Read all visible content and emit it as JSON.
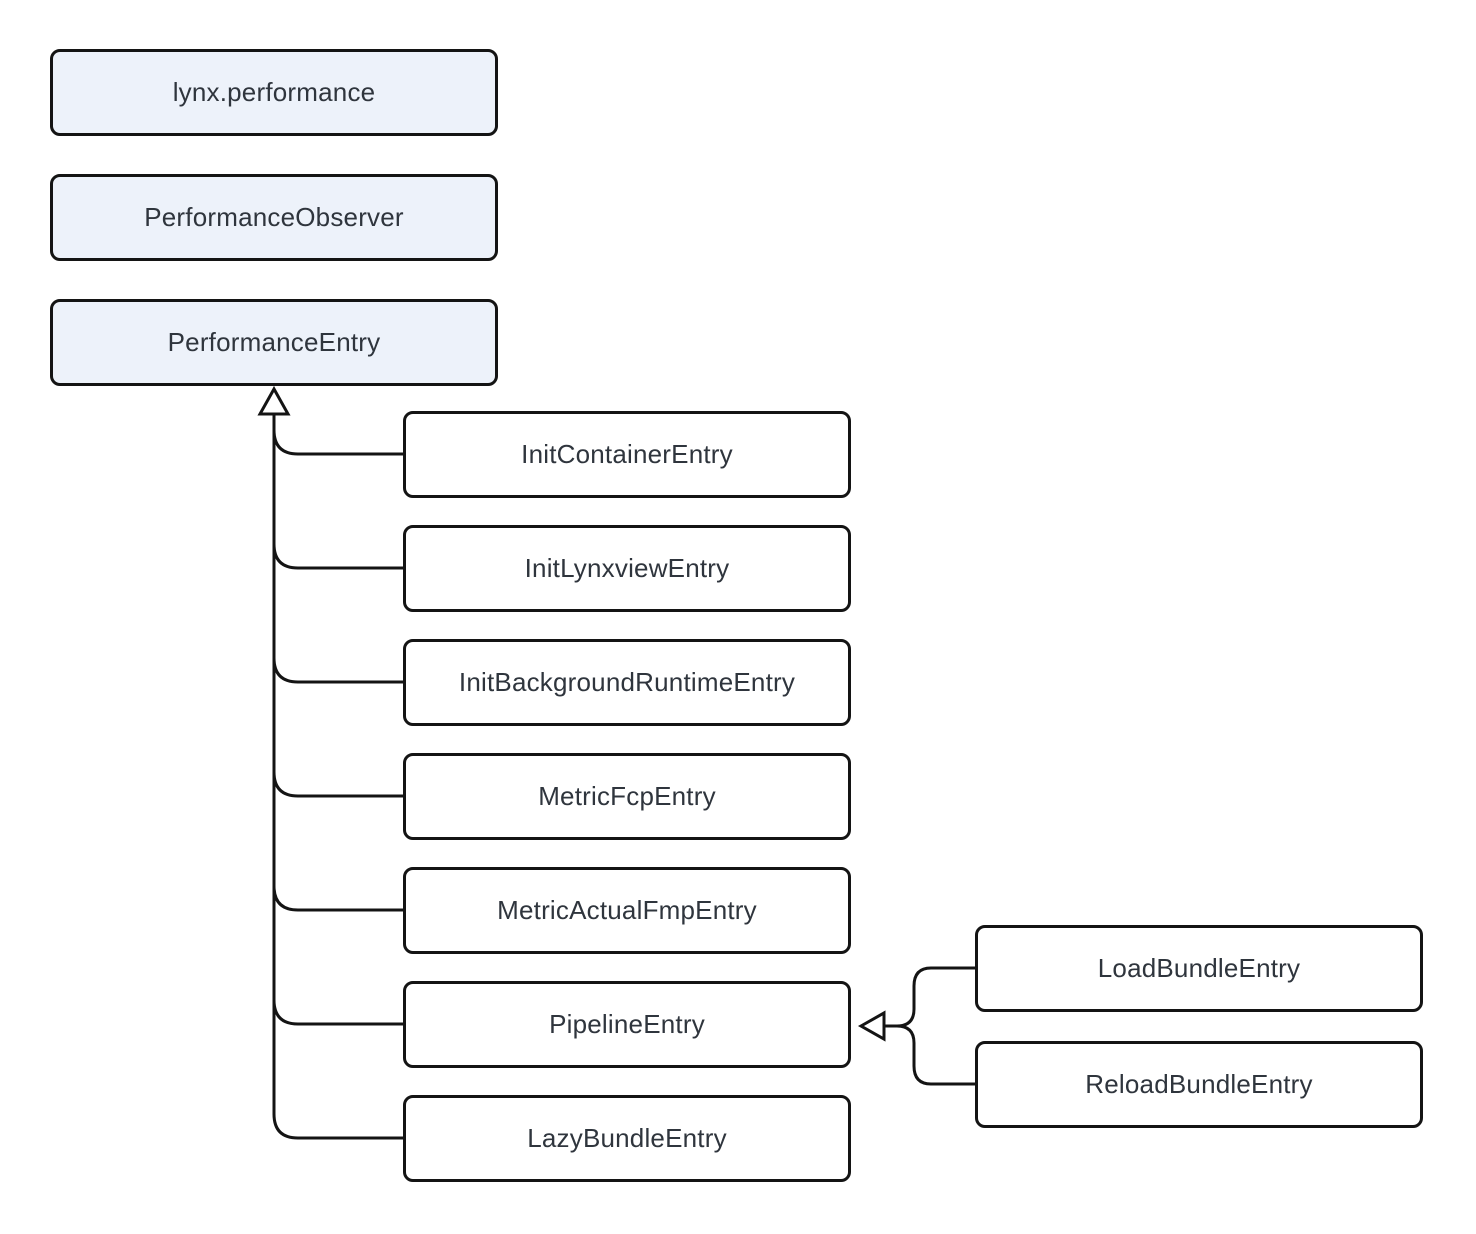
{
  "diagram": {
    "type": "class-inheritance-diagram",
    "nodes": [
      {
        "id": "lynx-performance",
        "label": "lynx.performance",
        "kind": "highlighted"
      },
      {
        "id": "performance-observer",
        "label": "PerformanceObserver",
        "kind": "highlighted"
      },
      {
        "id": "performance-entry",
        "label": "PerformanceEntry",
        "kind": "highlighted"
      },
      {
        "id": "init-container-entry",
        "label": "InitContainerEntry",
        "kind": "plain"
      },
      {
        "id": "init-lynxview-entry",
        "label": "InitLynxviewEntry",
        "kind": "plain"
      },
      {
        "id": "init-background-runtime-entry",
        "label": "InitBackgroundRuntimeEntry",
        "kind": "plain"
      },
      {
        "id": "metric-fcp-entry",
        "label": "MetricFcpEntry",
        "kind": "plain"
      },
      {
        "id": "metric-actual-fmp-entry",
        "label": "MetricActualFmpEntry",
        "kind": "plain"
      },
      {
        "id": "pipeline-entry",
        "label": "PipelineEntry",
        "kind": "plain"
      },
      {
        "id": "lazy-bundle-entry",
        "label": "LazyBundleEntry",
        "kind": "plain"
      },
      {
        "id": "load-bundle-entry",
        "label": "LoadBundleEntry",
        "kind": "plain"
      },
      {
        "id": "reload-bundle-entry",
        "label": "ReloadBundleEntry",
        "kind": "plain"
      }
    ],
    "relationships": [
      {
        "parent": "PerformanceEntry",
        "arrow": "hollow-triangle-inheritance",
        "children": [
          "InitContainerEntry",
          "InitLynxviewEntry",
          "InitBackgroundRuntimeEntry",
          "MetricFcpEntry",
          "MetricActualFmpEntry",
          "PipelineEntry",
          "LazyBundleEntry"
        ]
      },
      {
        "parent": "PipelineEntry",
        "arrow": "hollow-triangle-inheritance",
        "children": [
          "LoadBundleEntry",
          "ReloadBundleEntry"
        ]
      }
    ],
    "colors": {
      "highlight_fill": "#EDF2FA",
      "plain_fill": "#FFFFFF",
      "border": "#141414",
      "line": "#141414",
      "text": "#2F353D",
      "background": "#FFFFFF"
    }
  }
}
